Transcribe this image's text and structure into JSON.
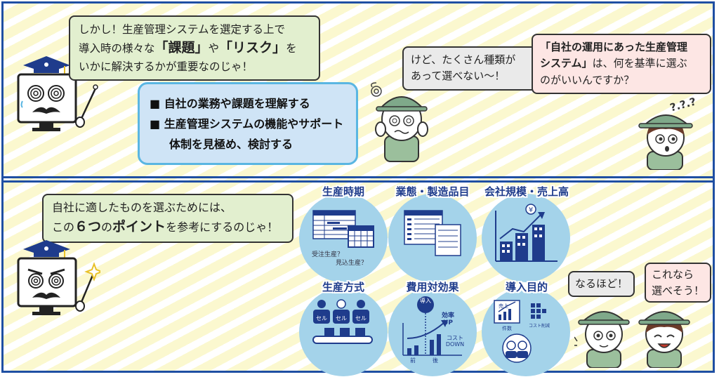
{
  "top": {
    "teacher_bubble": {
      "line1": "しかし！生産管理システムを選定する上で",
      "line2_a": "導入時の様々な",
      "line2_b": "「課題」",
      "line2_c": "や",
      "line2_d": "「リスク」",
      "line2_e": "を",
      "line3": "いかに解決するかが重要なのじゃ！"
    },
    "info_box": {
      "item1": "■ 自社の業務や課題を理解する",
      "item2_a": "■ 生産管理システムの機能やサポート",
      "item2_b": "体制を見極め、検討する"
    },
    "worker_bubble": {
      "line1": "けど、たくさん種類が",
      "line2": "あって選べない〜！"
    },
    "woman_bubble": {
      "line1_a": "「自社の運用にあった生産管理",
      "line2_a": "システム」",
      "line2_b": "は、何を基準に選ぶ",
      "line3": "のがいいんですか？"
    },
    "question_marks": "?.?.?"
  },
  "bottom": {
    "teacher_bubble": {
      "line1": "自社に適したものを選ぶためには、",
      "line2_a": "この",
      "line2_b": "６つ",
      "line2_c": "の",
      "line2_d": "ポイント",
      "line2_e": "を参考にするのじゃ！"
    },
    "points": [
      {
        "label": "生産時期"
      },
      {
        "label": "業態・製造品目"
      },
      {
        "label": "会社規模・売上高"
      },
      {
        "label": "生産方式"
      },
      {
        "label": "費用対効果"
      },
      {
        "label": "導入目的"
      }
    ],
    "p1_small1": "受注生産？",
    "p1_small2": "見込生産？",
    "p3_yen": "¥",
    "p4_cell": "セル",
    "p5": {
      "tag": "導入",
      "efficiency": "効率",
      "up": "UP",
      "cost": "コスト",
      "down": "DOWN",
      "before": "前",
      "after": "後"
    },
    "p6": {
      "sales": "売上",
      "count": "件数",
      "cost_cut": "コスト削減"
    },
    "worker_bubble": "なるほど！",
    "woman_bubble": {
      "line1": "これなら",
      "line2": "選べそう！"
    }
  }
}
